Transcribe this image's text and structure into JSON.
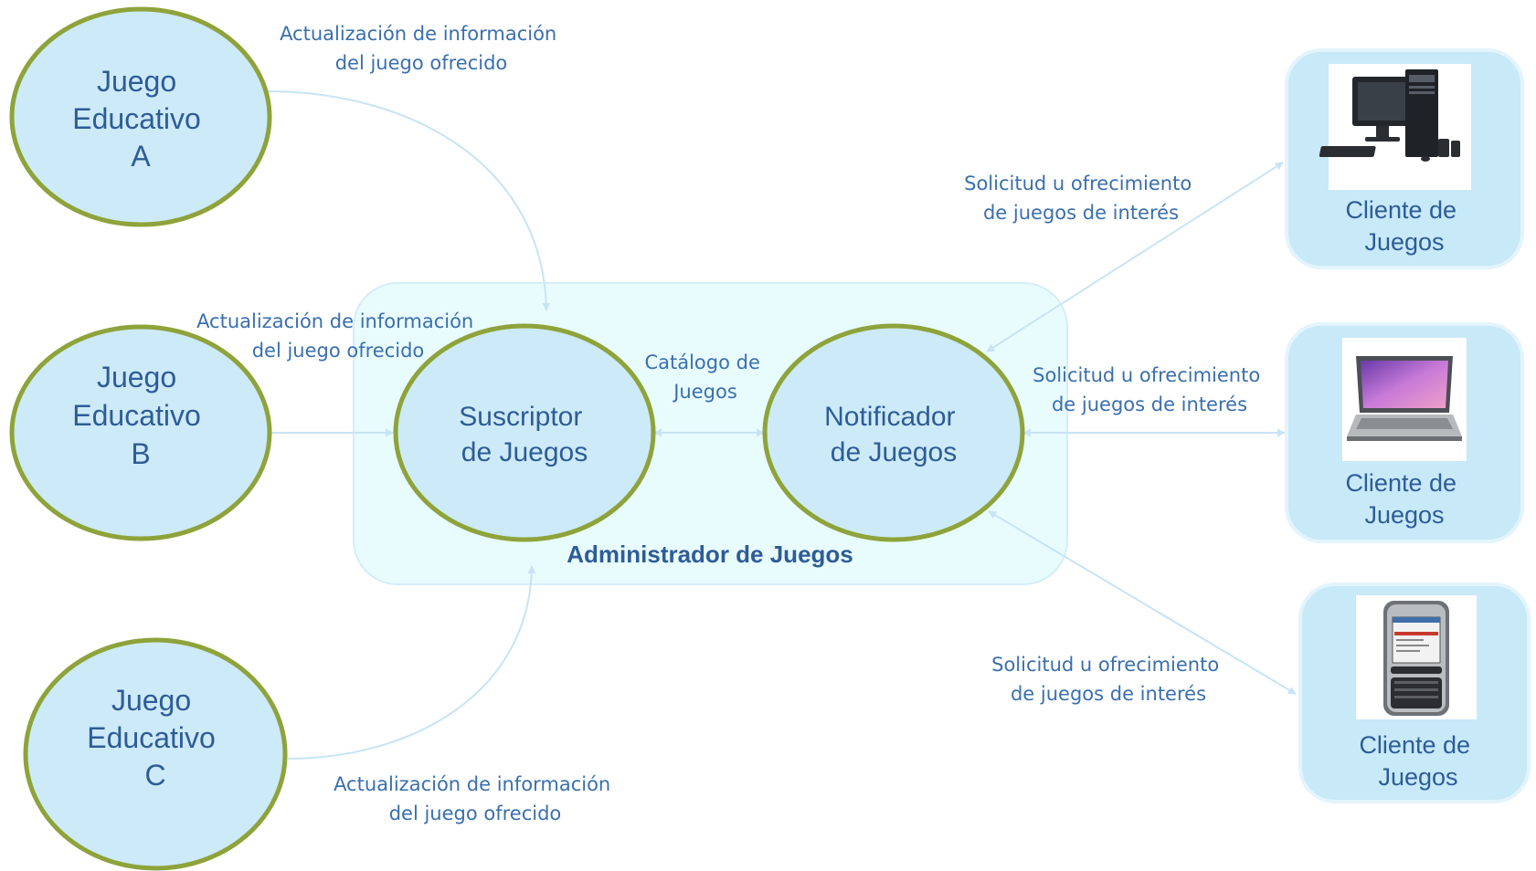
{
  "nodes": {
    "game_a": [
      "Juego",
      "Educativo",
      "A"
    ],
    "game_b": [
      "Juego",
      "Educativo",
      "B"
    ],
    "game_c": [
      "Juego",
      "Educativo",
      "C"
    ],
    "subscriber": [
      "Suscriptor",
      "de Juegos"
    ],
    "notifier": [
      "Notificador",
      "de Juegos"
    ],
    "admin_title": "Administrador de Juegos",
    "client_desktop": [
      "Cliente de",
      "Juegos"
    ],
    "client_laptop": [
      "Cliente de",
      "Juegos"
    ],
    "client_phone": [
      "Cliente de",
      "Juegos"
    ]
  },
  "labels": {
    "update_a": [
      "Actualización de información",
      "del juego ofrecido"
    ],
    "update_b": [
      "Actualización de información",
      "del juego ofrecido"
    ],
    "update_c": [
      "Actualización de información",
      "del juego ofrecido"
    ],
    "catalog": [
      "Catálogo de",
      "Juegos"
    ],
    "request_1": [
      "Solicitud u ofrecimiento",
      "de juegos de interés"
    ],
    "request_2": [
      "Solicitud u ofrecimiento",
      "de juegos de interés"
    ],
    "request_3": [
      "Solicitud u ofrecimiento",
      "de juegos de interés"
    ]
  },
  "colors": {
    "ellipse_fill": "#cdeaf8",
    "ellipse_stroke": "#8ea33a",
    "admin_fill": "#e8fbfd",
    "client_fill": "#c7e9f8",
    "arrow": "#c8e4f4",
    "text_blue": "#2e5c97",
    "note_blue": "#3a6fae"
  },
  "icons": [
    "desktop-computer-icon",
    "laptop-icon",
    "smartphone-icon"
  ]
}
